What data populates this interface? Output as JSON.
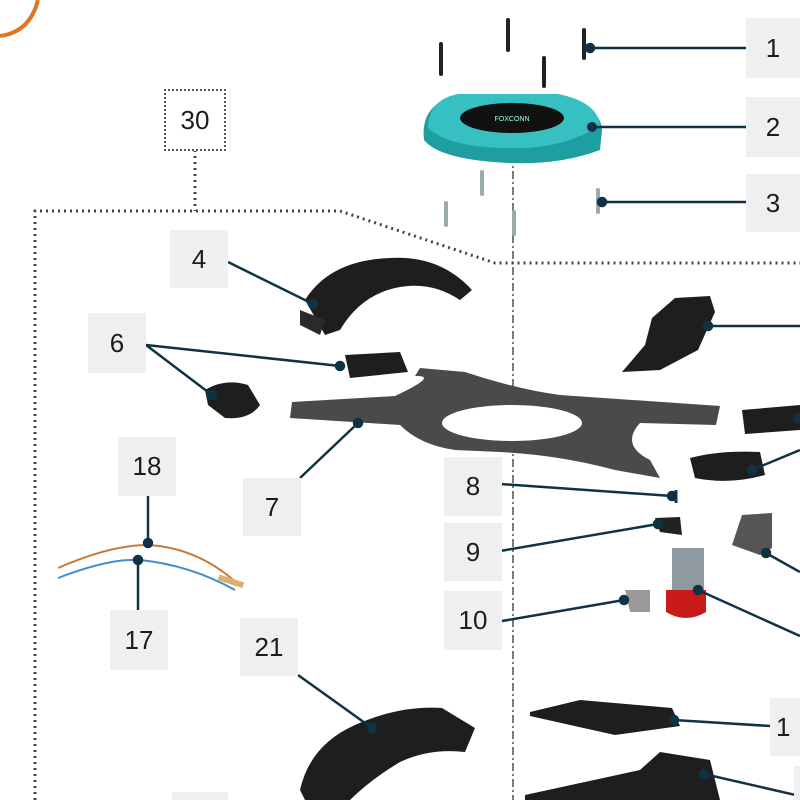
{
  "diagram": {
    "callouts": {
      "c1": "1",
      "c2": "2",
      "c3": "3",
      "c4": "4",
      "c6": "6",
      "c7": "7",
      "c8": "8",
      "c9": "9",
      "c10": "10",
      "c17": "17",
      "c18": "18",
      "c21": "21",
      "c30": "30",
      "c_partial": "1"
    },
    "brand_text": "FOXCONN",
    "colors": {
      "part_dark": "#1e1e1e",
      "cover_teal": "#2ab3b6",
      "leader": "#0f3345",
      "battery_red": "#c81a1a",
      "wire_orange": "#c77a36",
      "wire_blue": "#3f8fd0",
      "accent_orange": "#e07420"
    },
    "icons": [
      "screw-icon",
      "top-cover-icon",
      "arm-bracket-icon",
      "frame-plate-icon",
      "wire-harness-icon",
      "motor-icon",
      "clip-icon"
    ]
  }
}
